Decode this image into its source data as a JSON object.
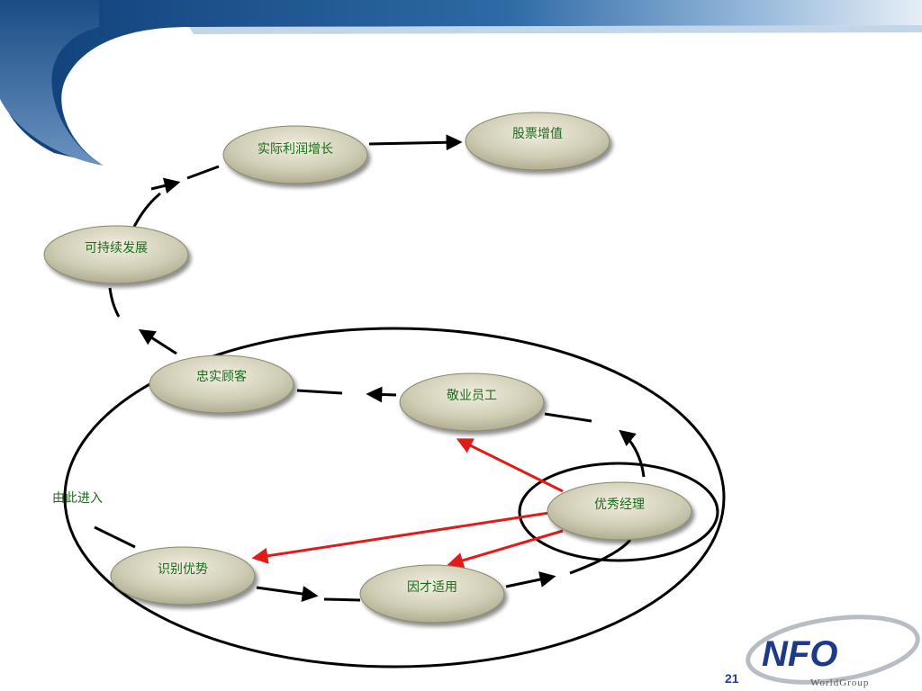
{
  "nodes": {
    "stock": "股票增值",
    "profit": "实际利润增长",
    "sustain": "可持续发展",
    "loyal_customer": "忠实顾客",
    "dedicated_staff": "敬业员工",
    "excellent_manager": "优秀经理",
    "identify": "识别优势",
    "right_person": "因才适用"
  },
  "entry_label": "由此进入",
  "page_number": "21",
  "logo": {
    "main": "NFO",
    "sub": "WorldGroup"
  },
  "colors": {
    "node_fill": "#c9c7ad",
    "node_text": "#1f6b1f",
    "red_arrow": "#e11a1a",
    "header_blue": "#1c4f86"
  }
}
